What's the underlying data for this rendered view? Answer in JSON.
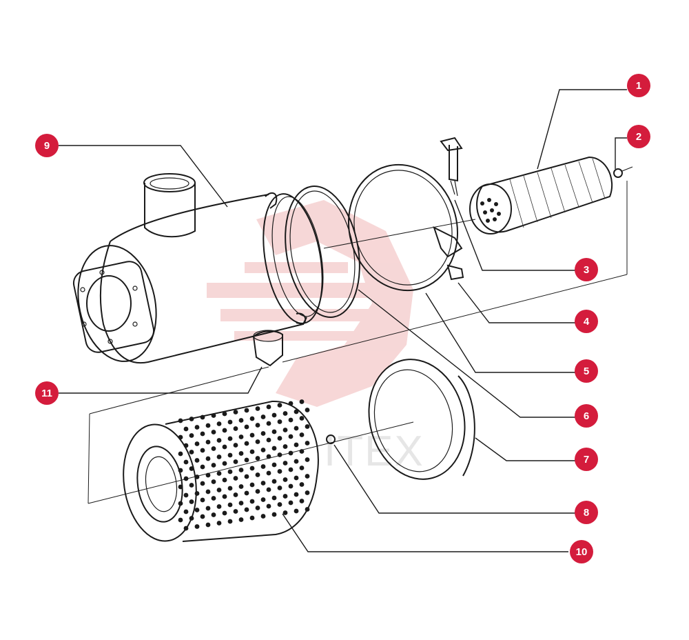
{
  "diagram": {
    "accent_color": "#d41c3c",
    "watermark_color": "#f4c8c8",
    "watermark_text": "ITEX",
    "callouts": [
      {
        "id": "1",
        "label": "1"
      },
      {
        "id": "2",
        "label": "2"
      },
      {
        "id": "3",
        "label": "3"
      },
      {
        "id": "4",
        "label": "4"
      },
      {
        "id": "5",
        "label": "5"
      },
      {
        "id": "6",
        "label": "6"
      },
      {
        "id": "7",
        "label": "7"
      },
      {
        "id": "8",
        "label": "8"
      },
      {
        "id": "9",
        "label": "9"
      },
      {
        "id": "10",
        "label": "10"
      },
      {
        "id": "11",
        "label": "11"
      }
    ]
  }
}
